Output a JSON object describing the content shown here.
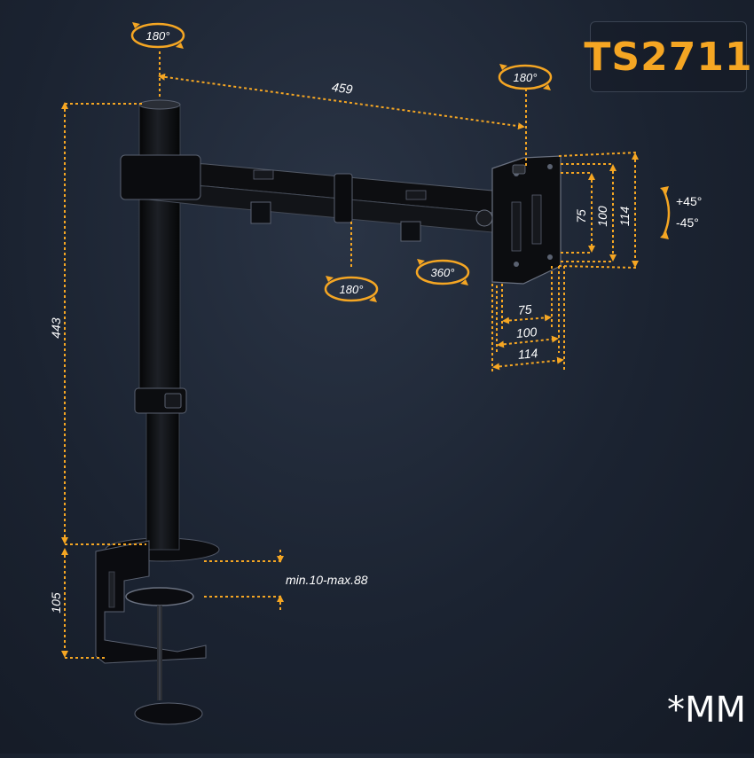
{
  "model": "TS2711",
  "unit_note": "*MM",
  "colors": {
    "accent": "#f5a623",
    "background": "#1b2331",
    "mount_body": "#0e0f12",
    "mount_edge": "#5a6170",
    "text": "#ffffff"
  },
  "dimensions": {
    "arm_length": "459",
    "pole_height": "443",
    "clamp_height": "105",
    "desk_thickness": "min.10-max.88",
    "vesa_vertical": [
      "75",
      "100",
      "114"
    ],
    "vesa_horizontal": [
      "75",
      "100",
      "114"
    ]
  },
  "rotations": {
    "pole_top": "180°",
    "arm_end": "180°",
    "arm_joint": "180°",
    "plate_rotation": "360°"
  },
  "tilt": {
    "up": "+45°",
    "down": "-45°"
  }
}
